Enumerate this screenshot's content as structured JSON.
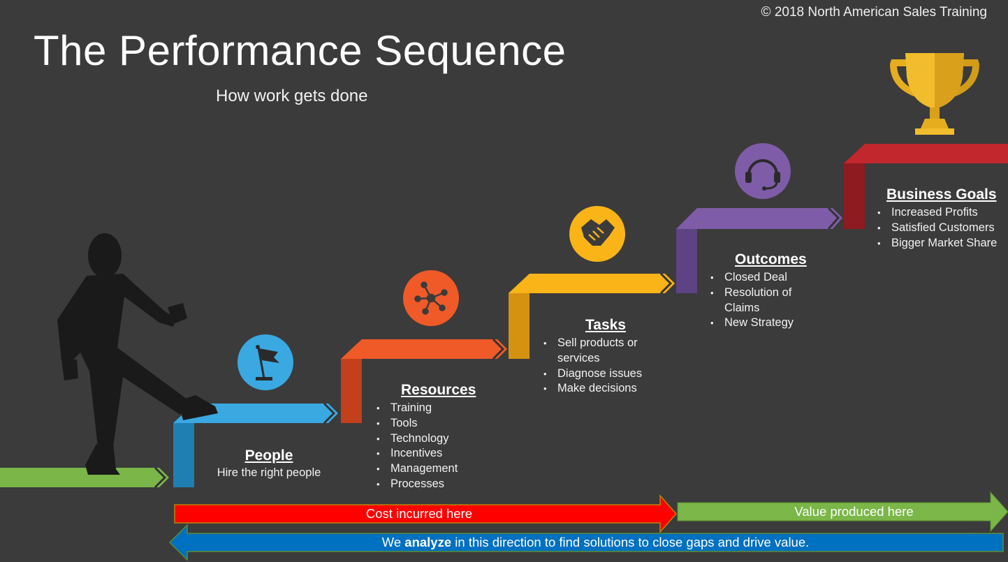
{
  "copyright": "© 2018 North American Sales Training",
  "title": "The Performance Sequence",
  "subtitle": "How work gets done",
  "colors": {
    "background": "#3b3b3b",
    "green": "#7ab648",
    "blue": "#3aa9e1",
    "orange": "#f05a28",
    "yellow": "#fbb417",
    "purple": "#7e5ca7",
    "red": "#c1272d",
    "cost_red": "#ff0000",
    "analyze_blue": "#0070c0"
  },
  "stages": [
    {
      "key": "people",
      "title": "People",
      "description": "Hire the right people",
      "icon": "flag-icon"
    },
    {
      "key": "resources",
      "title": "Resources",
      "items": [
        "Training",
        "Tools",
        "Technology",
        "Incentives",
        "Management",
        "Processes"
      ],
      "icon": "network-icon"
    },
    {
      "key": "tasks",
      "title": "Tasks",
      "items": [
        "Sell products or services",
        "Diagnose issues",
        "Make decisions"
      ],
      "icon": "handshake-icon"
    },
    {
      "key": "outcomes",
      "title": "Outcomes",
      "items": [
        "Closed Deal",
        "Resolution of Claims",
        "New Strategy"
      ],
      "icon": "headset-icon"
    },
    {
      "key": "goals",
      "title": "Business Goals",
      "items": [
        "Increased Profits",
        "Satisfied Customers",
        "Bigger Market Share"
      ],
      "icon": "trophy-icon"
    }
  ],
  "bars": {
    "cost": "Cost incurred here",
    "value": "Value produced here",
    "analyze_prefix": "We",
    "analyze_bold": "analyze",
    "analyze_suffix": "in this direction to find solutions to close gaps and drive value."
  }
}
